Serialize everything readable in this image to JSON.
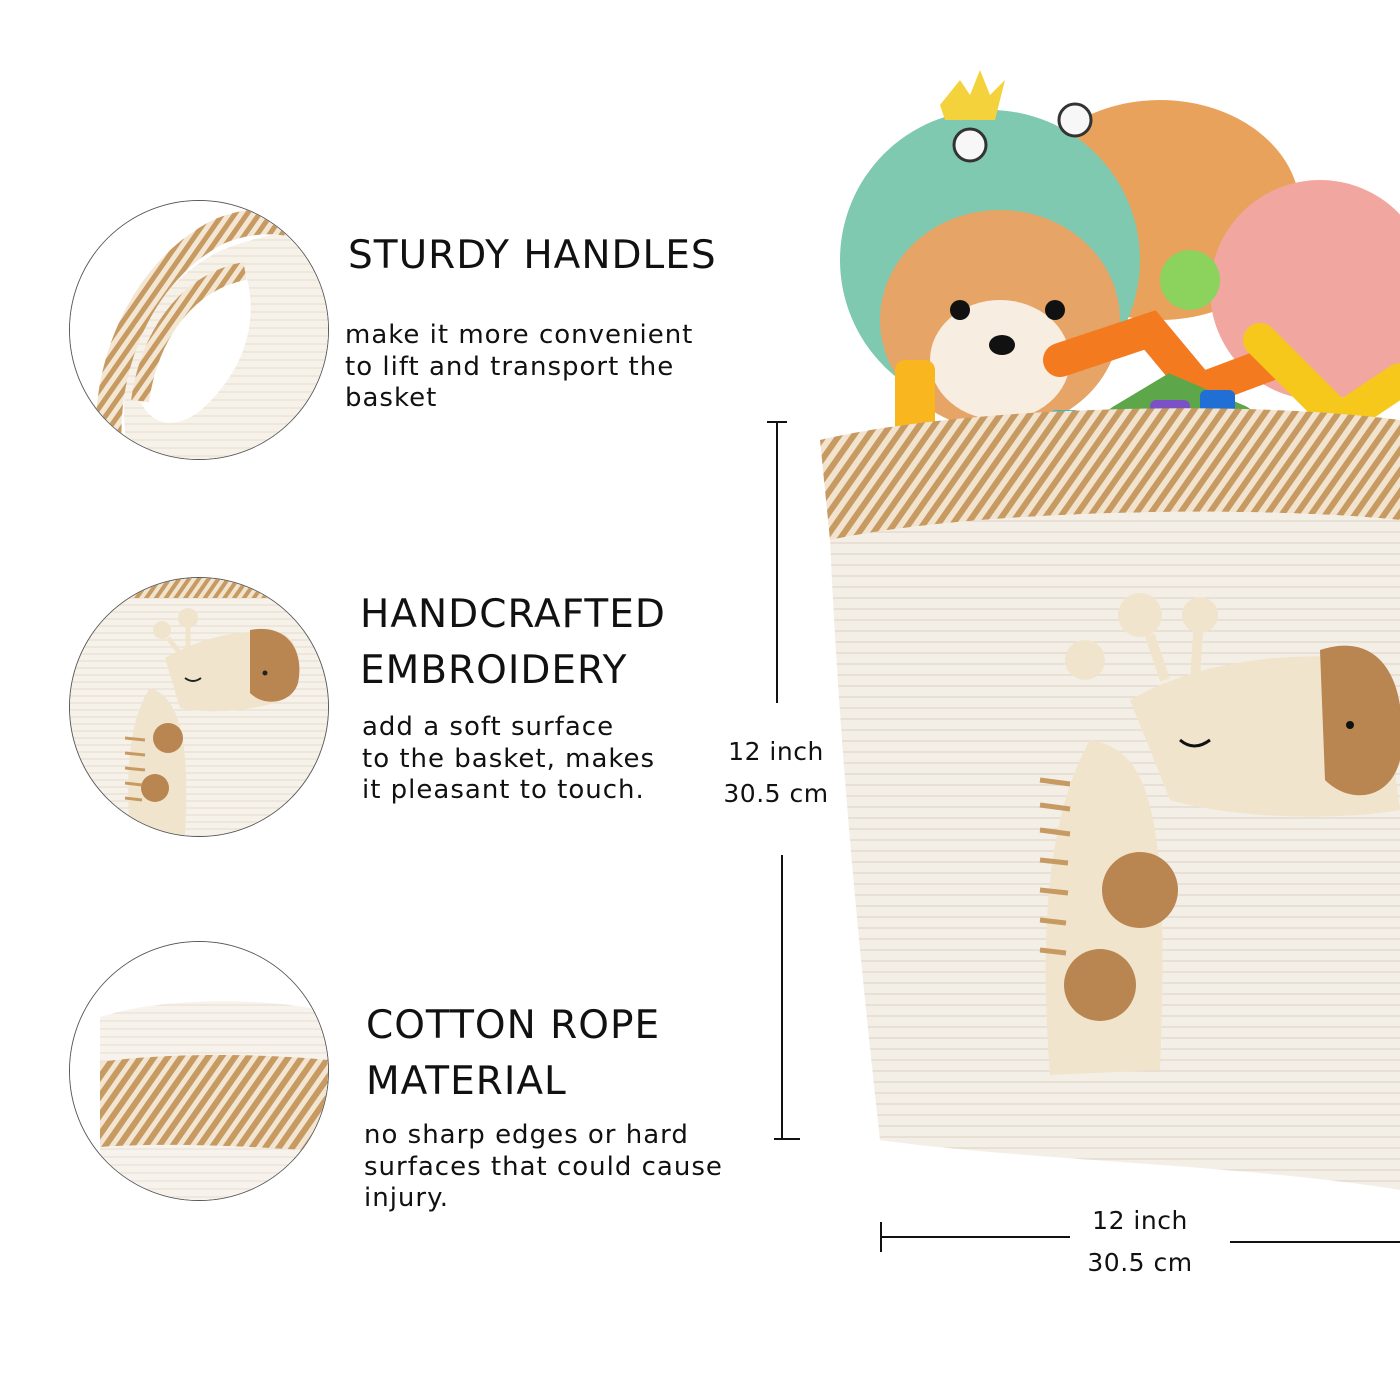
{
  "features": [
    {
      "title": "STURDY HANDLES",
      "description": "make it more convenient\n to lift and transport the\n basket",
      "image": "handle-closeup"
    },
    {
      "title": "HANDCRAFTED\nEMBROIDERY",
      "description": "add a soft surface\nto the basket, makes\n it pleasant to touch.",
      "image": "giraffe-embroidery-closeup"
    },
    {
      "title": "COTTON ROPE\nMATERIAL",
      "description": "no sharp edges or hard\nsurfaces that could cause\ninjury.",
      "image": "rope-weave-closeup"
    }
  ],
  "dimensions": {
    "height": {
      "imperial": "12 inch",
      "metric": "30.5 cm"
    },
    "width": {
      "imperial": "12 inch",
      "metric": "30.5 cm"
    }
  },
  "product_image": "cotton-rope-basket-with-plush-toys",
  "colors": {
    "rope_cream": "#f4efe6",
    "rope_tan": "#c79a62",
    "embroidery_beige": "#f1e4cc",
    "embroidery_brown": "#b98551"
  }
}
